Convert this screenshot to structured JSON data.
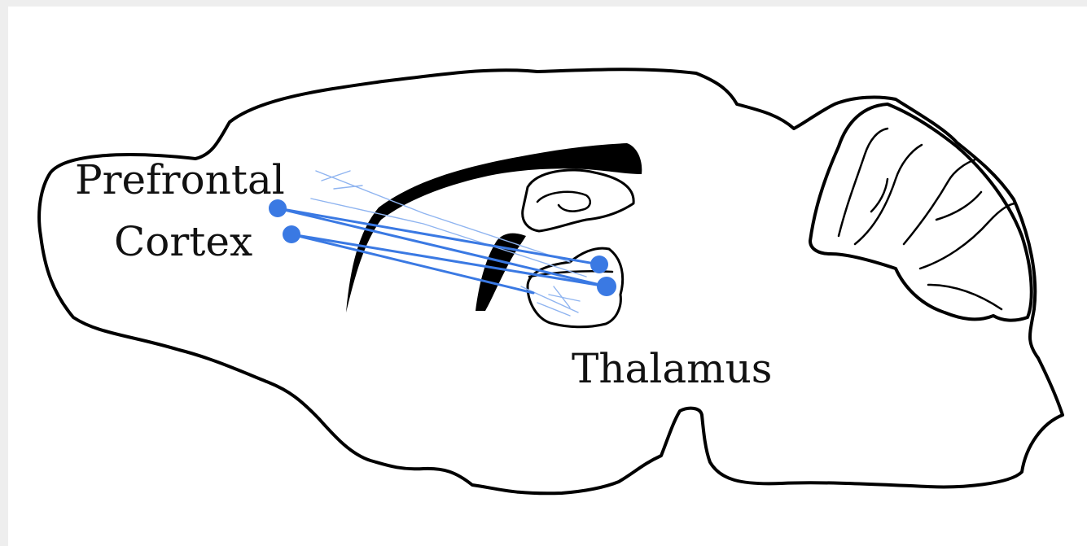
{
  "labels": {
    "prefrontal_line1": "Prefrontal",
    "prefrontal_line2": "Cortex",
    "thalamus": "Thalamus"
  },
  "colors": {
    "projection": "#3a79e3",
    "projection_faint": "#8fb4f0",
    "outline": "#000000",
    "background": "#ffffff"
  },
  "icons": [
    "brain-sagittal-outline",
    "corpus-callosum",
    "hippocampus",
    "cerebellum",
    "neuron-soma"
  ]
}
